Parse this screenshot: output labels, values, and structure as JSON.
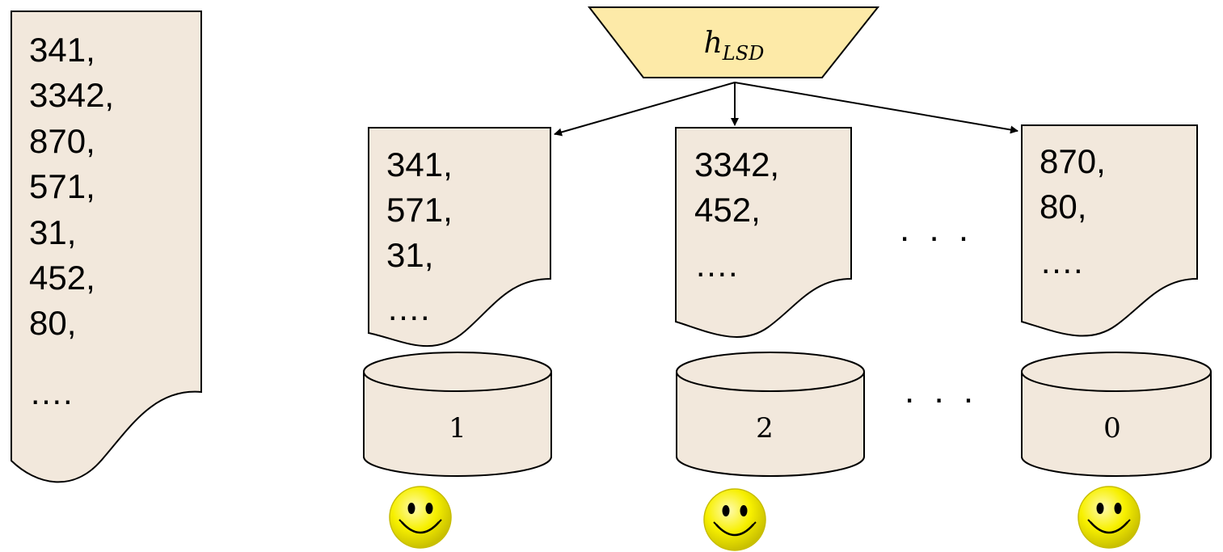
{
  "input_file": {
    "lines": [
      "341,",
      "3342,",
      "870,",
      "571,",
      "31,",
      "452,",
      "80,",
      "…."
    ]
  },
  "hash_function": {
    "symbol": "h",
    "subscript": "LSD"
  },
  "buckets": [
    {
      "lines": [
        "341,",
        "571,",
        "31,",
        "…."
      ],
      "disk_label": "1"
    },
    {
      "lines": [
        "3342,",
        "452,",
        "…."
      ],
      "disk_label": "2"
    },
    {
      "lines": [
        "870,",
        "80,",
        "…."
      ],
      "disk_label": "0"
    }
  ],
  "ellipsis": {
    "between_files": ". . .",
    "between_disks": ". . ."
  },
  "colors": {
    "document_fill": "#f2e8dc",
    "hash_fill": "#fdeaa8",
    "smiley_fill": "#f7f000"
  },
  "icons": [
    "smiley-icon",
    "smiley-icon",
    "smiley-icon"
  ]
}
